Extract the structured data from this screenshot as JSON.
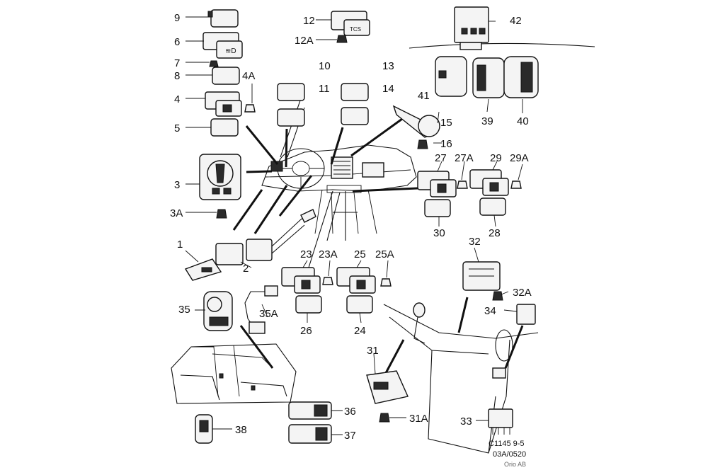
{
  "diagram": {
    "title": "",
    "labels": {
      "p9": "9",
      "p6": "6",
      "p7": "7",
      "p8": "8",
      "p4A": "4A",
      "p4": "4",
      "p5": "5",
      "p3": "3",
      "p3A": "3A",
      "p1": "1",
      "p2": "2",
      "p10": "10",
      "p11": "11",
      "p12": "12",
      "p12A": "12A",
      "p13": "13",
      "p14": "14",
      "p15": "15",
      "p16": "16",
      "p42": "42",
      "p41": "41",
      "p39": "39",
      "p40": "40",
      "p27": "27",
      "p27A": "27A",
      "p29": "29",
      "p29A": "29A",
      "p30": "30",
      "p28": "28",
      "p23": "23",
      "p23A": "23A",
      "p25": "25",
      "p25A": "25A",
      "p26": "26",
      "p24": "24",
      "p35": "35",
      "p35A": "35A",
      "p32": "32",
      "p32A": "32A",
      "p34": "34",
      "p31": "31",
      "p31A": "31A",
      "p33": "33",
      "p36": "36",
      "p37": "37",
      "p38": "38"
    },
    "button_text": {
      "tcs": "TCS"
    },
    "caption": {
      "code": "C1145 9-5",
      "date": "03A/0520",
      "credit": "Orio AB"
    }
  }
}
